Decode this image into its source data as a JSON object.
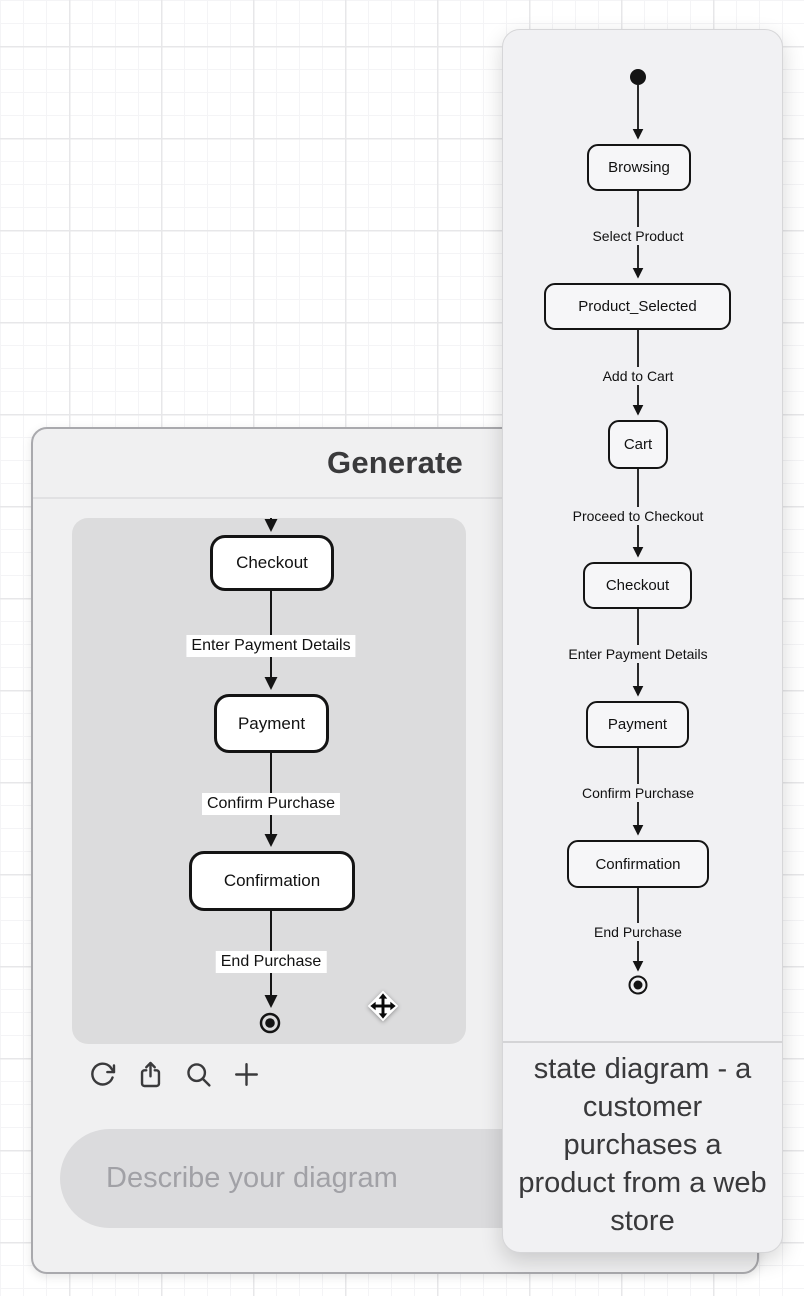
{
  "generate_panel": {
    "title": "Generate",
    "toolbar": {
      "icons": [
        "refresh",
        "share",
        "search",
        "add"
      ]
    },
    "prompt_input": {
      "placeholder": "Describe your diagram",
      "value": ""
    },
    "preview_diagram": {
      "type": "state-diagram-partial",
      "nodes": [
        "Checkout",
        "Payment",
        "Confirmation"
      ],
      "edges": [
        {
          "from": "Checkout",
          "to": "Payment",
          "label": "Enter Payment Details"
        },
        {
          "from": "Payment",
          "to": "Confirmation",
          "label": "Confirm Purchase"
        },
        {
          "from": "Confirmation",
          "to": "end",
          "label": "End Purchase"
        }
      ]
    }
  },
  "result_card": {
    "caption": "state diagram - a customer purchases a product from a web store",
    "diagram": {
      "type": "state-diagram",
      "start": "start",
      "end": "end",
      "nodes": [
        "Browsing",
        "Product_Selected",
        "Cart",
        "Checkout",
        "Payment",
        "Confirmation"
      ],
      "edges": [
        {
          "from": "start",
          "to": "Browsing",
          "label": ""
        },
        {
          "from": "Browsing",
          "to": "Product_Selected",
          "label": "Select Product"
        },
        {
          "from": "Product_Selected",
          "to": "Cart",
          "label": "Add to Cart"
        },
        {
          "from": "Cart",
          "to": "Checkout",
          "label": "Proceed to Checkout"
        },
        {
          "from": "Checkout",
          "to": "Payment",
          "label": "Enter Payment Details"
        },
        {
          "from": "Payment",
          "to": "Confirmation",
          "label": "Confirm Purchase"
        },
        {
          "from": "Confirmation",
          "to": "end",
          "label": "End Purchase"
        }
      ]
    }
  },
  "cursor": {
    "type": "move"
  },
  "colors": {
    "canvas_bg": "#ffffff",
    "grid_minor": "#f4f4f6",
    "grid_major": "#e7e7e9",
    "panel_bg": "#f0f0f1",
    "preview_bg": "#dcdcdd",
    "card_bg": "#f1f1f3",
    "node_fill_left": "#ffffff",
    "node_fill_right": "#f6f6f8",
    "node_border": "#141414",
    "input_bg": "#dbdbdd",
    "text_primary": "#3a3a3c"
  }
}
